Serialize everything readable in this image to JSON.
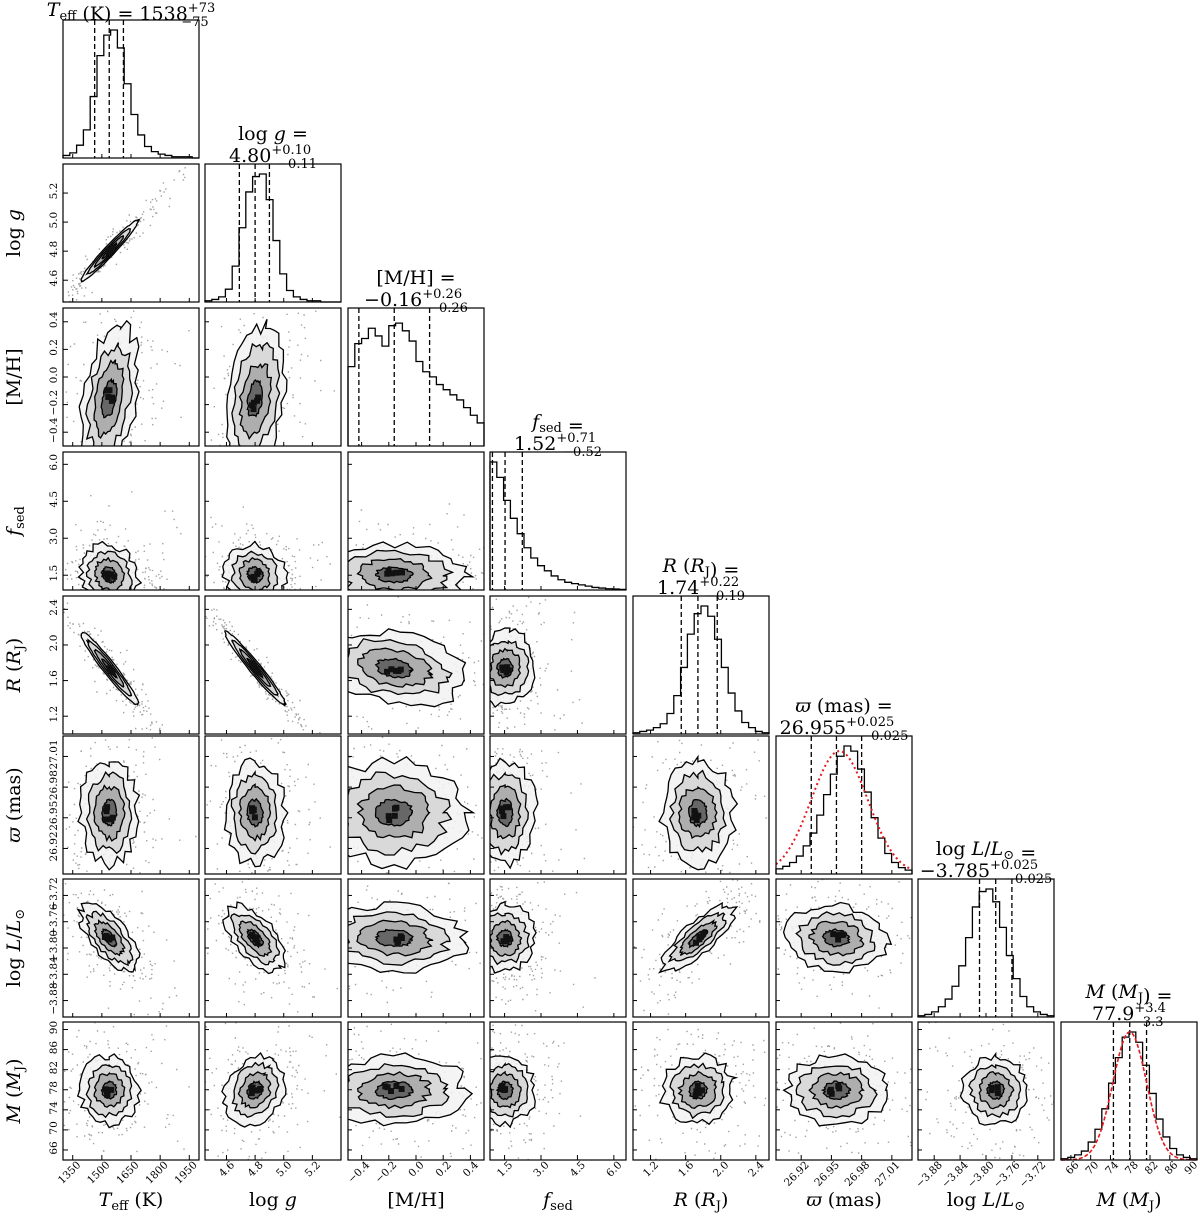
{
  "chart_data": {
    "type": "corner",
    "parameters": [
      {
        "key": "teff",
        "axis_label_parts": [
          [
            "T",
            "i"
          ],
          [
            "eff",
            "sub"
          ],
          [
            " (K)",
            "n"
          ]
        ],
        "title_lines": [
          [
            [
              "T",
              "i"
            ],
            [
              "eff",
              "sub"
            ],
            [
              " (K) = 1538",
              "n"
            ],
            [
              "+73",
              "sup"
            ],
            [
              "−75",
              "sub2"
            ]
          ]
        ],
        "median": 1538,
        "minus": 75,
        "plus": 73,
        "range": [
          1300,
          2000
        ],
        "ticks": [
          1350,
          1500,
          1650,
          1800,
          1950
        ],
        "tick_labels": [
          "1350",
          "1500",
          "1650",
          "1800",
          "1950"
        ],
        "hist": [
          0.02,
          0.04,
          0.1,
          0.22,
          0.48,
          0.8,
          0.96,
          1.0,
          0.86,
          0.58,
          0.34,
          0.18,
          0.09,
          0.05,
          0.03,
          0.02,
          0.01,
          0.01,
          0.01,
          0.0
        ],
        "quantiles": [
          1463,
          1538,
          1611
        ]
      },
      {
        "key": "logg",
        "axis_label_parts": [
          [
            "log ",
            "n"
          ],
          [
            "g",
            "i"
          ]
        ],
        "title_lines": [
          [
            [
              "log ",
              "n"
            ],
            [
              "g",
              "i"
            ],
            [
              " =",
              "n"
            ]
          ],
          [
            [
              "4.80",
              "n"
            ],
            [
              "+0.10",
              "sup"
            ],
            [
              "−0.11",
              "sub2"
            ]
          ]
        ],
        "median": 4.8,
        "minus": 0.11,
        "plus": 0.1,
        "range": [
          4.45,
          5.4
        ],
        "ticks": [
          4.6,
          4.8,
          5.0,
          5.2
        ],
        "tick_labels": [
          "4.6",
          "4.8",
          "5.0",
          "5.2"
        ],
        "hist": [
          0.01,
          0.02,
          0.04,
          0.1,
          0.28,
          0.58,
          0.86,
          0.98,
          1.0,
          0.8,
          0.48,
          0.22,
          0.09,
          0.04,
          0.02,
          0.01,
          0.01,
          0.0,
          0.0,
          0.0
        ],
        "quantiles": [
          4.69,
          4.8,
          4.9
        ]
      },
      {
        "key": "mh",
        "axis_label_parts": [
          [
            "[M/H]",
            "n"
          ]
        ],
        "title_lines": [
          [
            [
              "[M/H] =",
              "n"
            ]
          ],
          [
            [
              "−0.16",
              "n"
            ],
            [
              "+0.26",
              "sup"
            ],
            [
              "−0.26",
              "sub2"
            ]
          ]
        ],
        "median": -0.16,
        "minus": 0.26,
        "plus": 0.26,
        "range": [
          -0.5,
          0.5
        ],
        "ticks": [
          -0.4,
          -0.2,
          0.0,
          0.2,
          0.4
        ],
        "tick_labels": [
          "−0.4",
          "−0.2",
          "0.0",
          "0.2",
          "0.4"
        ],
        "hist": [
          0.62,
          0.8,
          0.84,
          0.92,
          0.86,
          0.78,
          0.94,
          0.96,
          0.9,
          0.82,
          0.66,
          0.58,
          0.54,
          0.48,
          0.44,
          0.4,
          0.36,
          0.3,
          0.24,
          0.18
        ],
        "quantiles": [
          -0.42,
          -0.16,
          0.1
        ]
      },
      {
        "key": "fsed",
        "axis_label_parts": [
          [
            "f",
            "i"
          ],
          [
            "sed",
            "sub"
          ]
        ],
        "title_lines": [
          [
            [
              "f",
              "i"
            ],
            [
              "sed",
              "sub"
            ],
            [
              " =",
              "n"
            ]
          ],
          [
            [
              "1.52",
              "n"
            ],
            [
              "+0.71",
              "sup"
            ],
            [
              "−0.52",
              "sub2"
            ]
          ]
        ],
        "median": 1.52,
        "minus": 0.52,
        "plus": 0.71,
        "range": [
          0.9,
          6.5
        ],
        "ticks": [
          1.5,
          3.0,
          4.5,
          6.0
        ],
        "tick_labels": [
          "1.5",
          "3.0",
          "4.5",
          "6.0"
        ],
        "hist": [
          1.0,
          0.88,
          0.7,
          0.56,
          0.44,
          0.33,
          0.25,
          0.19,
          0.15,
          0.11,
          0.08,
          0.06,
          0.05,
          0.04,
          0.03,
          0.02,
          0.015,
          0.01,
          0.008,
          0.005
        ],
        "quantiles": [
          1.0,
          1.52,
          2.23
        ]
      },
      {
        "key": "radius",
        "axis_label_parts": [
          [
            "R",
            "i"
          ],
          [
            " (",
            "n"
          ],
          [
            "R",
            "i"
          ],
          [
            "J",
            "sub"
          ],
          [
            ")",
            "n"
          ]
        ],
        "title_lines": [
          [
            [
              "R",
              "i"
            ],
            [
              " (",
              "n"
            ],
            [
              "R",
              "i"
            ],
            [
              "J",
              "sub"
            ],
            [
              ") =",
              "n"
            ]
          ],
          [
            [
              "1.74",
              "n"
            ],
            [
              "+0.22",
              "sup"
            ],
            [
              "−0.19",
              "sub2"
            ]
          ]
        ],
        "median": 1.74,
        "minus": 0.19,
        "plus": 0.22,
        "range": [
          1.0,
          2.55
        ],
        "ticks": [
          1.2,
          1.6,
          2.0,
          2.4
        ],
        "tick_labels": [
          "1.2",
          "1.6",
          "2.0",
          "2.4"
        ],
        "hist": [
          0.01,
          0.02,
          0.03,
          0.05,
          0.08,
          0.16,
          0.3,
          0.52,
          0.78,
          0.94,
          1.0,
          0.92,
          0.74,
          0.52,
          0.32,
          0.18,
          0.09,
          0.05,
          0.02,
          0.01
        ],
        "quantiles": [
          1.55,
          1.74,
          1.96
        ]
      },
      {
        "key": "parallax",
        "axis_label_parts": [
          [
            "ϖ",
            "i"
          ],
          [
            " (mas)",
            "n"
          ]
        ],
        "title_lines": [
          [
            [
              "ϖ",
              "i"
            ],
            [
              " (mas) =",
              "n"
            ]
          ],
          [
            [
              "26.955",
              "n"
            ],
            [
              "+0.025",
              "sup"
            ],
            [
              "−0.025",
              "sub2"
            ]
          ]
        ],
        "median": 26.955,
        "minus": 0.025,
        "plus": 0.025,
        "range": [
          26.895,
          27.03
        ],
        "ticks": [
          26.92,
          26.95,
          26.98,
          27.01
        ],
        "tick_labels": [
          "26.92",
          "26.95",
          "26.98",
          "27.01"
        ],
        "hist": [
          0.04,
          0.06,
          0.09,
          0.14,
          0.22,
          0.32,
          0.46,
          0.62,
          0.78,
          0.92,
          1.0,
          0.96,
          0.82,
          0.64,
          0.44,
          0.28,
          0.16,
          0.09,
          0.05,
          0.03
        ],
        "quantiles": [
          26.93,
          26.955,
          26.98
        ],
        "prior": {
          "type": "gaussian",
          "mean": 26.958,
          "sigma": 0.028,
          "peak": 0.96
        }
      },
      {
        "key": "logl",
        "axis_label_parts": [
          [
            "log ",
            "n"
          ],
          [
            "L",
            "i"
          ],
          [
            "/",
            "n"
          ],
          [
            "L",
            "i"
          ],
          [
            "⊙",
            "sub"
          ]
        ],
        "title_lines": [
          [
            [
              "log ",
              "n"
            ],
            [
              "L",
              "i"
            ],
            [
              "/",
              "n"
            ],
            [
              "L",
              "i"
            ],
            [
              "⊙",
              "sub"
            ],
            [
              " =",
              "n"
            ]
          ],
          [
            [
              "−3.785",
              "n"
            ],
            [
              "+0.025",
              "sup"
            ],
            [
              "−0.025",
              "sub2"
            ]
          ]
        ],
        "median": -3.785,
        "minus": 0.025,
        "plus": 0.025,
        "range": [
          -3.905,
          -3.695
        ],
        "ticks": [
          -3.88,
          -3.84,
          -3.8,
          -3.76,
          -3.72
        ],
        "tick_labels": [
          "−3.88",
          "−3.84",
          "−3.80",
          "−3.76",
          "−3.72"
        ],
        "hist": [
          0.01,
          0.02,
          0.04,
          0.08,
          0.14,
          0.24,
          0.4,
          0.62,
          0.86,
          0.98,
          1.0,
          0.9,
          0.7,
          0.48,
          0.3,
          0.16,
          0.08,
          0.04,
          0.02,
          0.01
        ],
        "quantiles": [
          -3.81,
          -3.785,
          -3.76
        ]
      },
      {
        "key": "mass",
        "axis_label_parts": [
          [
            "M",
            "i"
          ],
          [
            " (",
            "n"
          ],
          [
            "M",
            "i"
          ],
          [
            "J",
            "sub"
          ],
          [
            ")",
            "n"
          ]
        ],
        "title_lines": [
          [
            [
              "M",
              "i"
            ],
            [
              " (",
              "n"
            ],
            [
              "M",
              "i"
            ],
            [
              "J",
              "sub"
            ],
            [
              ") =",
              "n"
            ]
          ],
          [
            [
              "77.9",
              "n"
            ],
            [
              "+3.4",
              "sup"
            ],
            [
              "−3.3",
              "sub2"
            ]
          ]
        ],
        "median": 77.9,
        "minus": 3.3,
        "plus": 3.4,
        "range": [
          64.0,
          91.5
        ],
        "ticks": [
          66,
          70,
          74,
          78,
          82,
          86,
          90
        ],
        "tick_labels": [
          "66",
          "70",
          "74",
          "78",
          "82",
          "86",
          "90"
        ],
        "hist": [
          0.01,
          0.02,
          0.04,
          0.07,
          0.14,
          0.24,
          0.4,
          0.6,
          0.8,
          0.96,
          1.0,
          0.92,
          0.74,
          0.52,
          0.32,
          0.18,
          0.09,
          0.04,
          0.02,
          0.01
        ],
        "quantiles": [
          74.6,
          77.9,
          81.3
        ],
        "prior": {
          "type": "gaussian",
          "mean": 77.9,
          "sigma": 3.4,
          "peak": 1.0
        }
      }
    ],
    "correlations": {
      "1,0": 0.97,
      "2,0": 0.35,
      "2,1": 0.3,
      "3,0": -0.15,
      "3,1": -0.1,
      "3,2": -0.05,
      "4,0": -0.96,
      "4,1": -0.97,
      "4,2": -0.25,
      "4,3": 0.05,
      "5,0": 0.0,
      "5,1": 0.0,
      "5,2": 0.0,
      "5,3": 0.0,
      "5,4": 0.0,
      "6,0": -0.65,
      "6,1": -0.6,
      "6,2": -0.1,
      "6,3": 0.0,
      "6,4": 0.8,
      "6,5": -0.1,
      "7,0": 0.0,
      "7,1": 0.2,
      "7,2": 0.05,
      "7,3": 0.0,
      "7,4": 0.05,
      "7,5": 0.0,
      "7,6": 0.0
    }
  }
}
